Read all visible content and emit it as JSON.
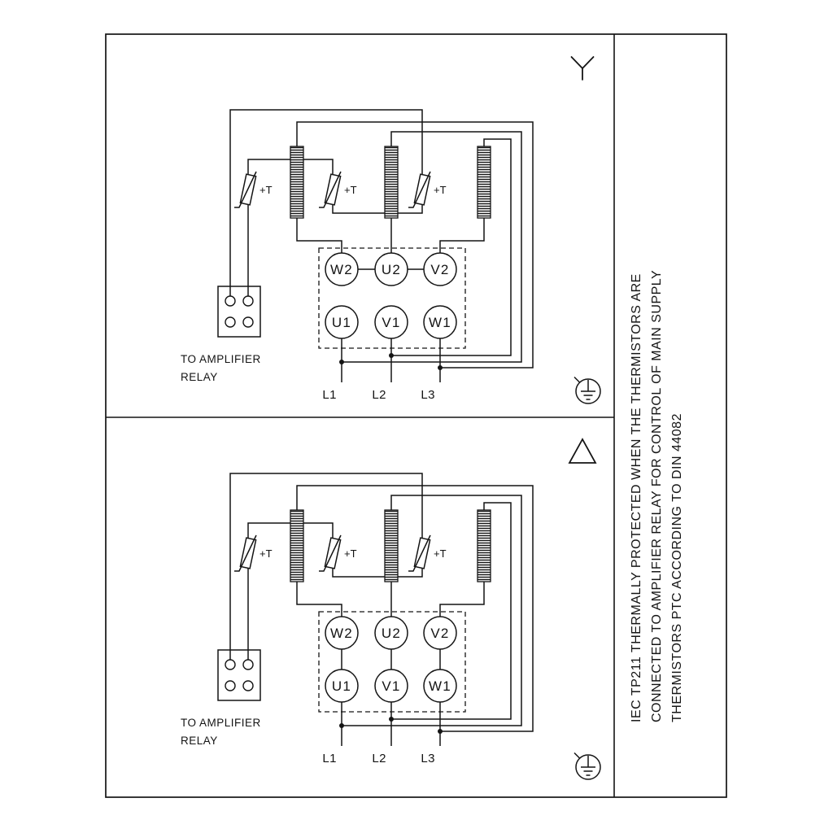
{
  "colors": {
    "ink": "#141414",
    "paper": "#ffffff"
  },
  "side_note": {
    "lines": [
      "IEC TP211 THERMALLY PROTECTED WHEN THE THERMISTORS ARE",
      "CONNECTED TO AMPLIFIER RELAY FOR CONTROL OF MAIN SUPPLY",
      "THERMISTORS PTC ACCORDING TO DIN 44082"
    ]
  },
  "panels": [
    {
      "name": "star-connection",
      "symbol": "star",
      "terminals_top": [
        "W2",
        "U2",
        "V2"
      ],
      "terminals_bottom": [
        "U1",
        "V1",
        "W1"
      ],
      "supply_lines": [
        "L1",
        "L2",
        "L3"
      ],
      "thermistor_label": "+T",
      "relay_note_line1": "TO AMPLIFIER",
      "relay_note_line2": "RELAY"
    },
    {
      "name": "delta-connection",
      "symbol": "delta",
      "terminals_top": [
        "W2",
        "U2",
        "V2"
      ],
      "terminals_bottom": [
        "U1",
        "V1",
        "W1"
      ],
      "supply_lines": [
        "L1",
        "L2",
        "L3"
      ],
      "thermistor_label": "+T",
      "relay_note_line1": "TO AMPLIFIER",
      "relay_note_line2": "RELAY"
    }
  ]
}
